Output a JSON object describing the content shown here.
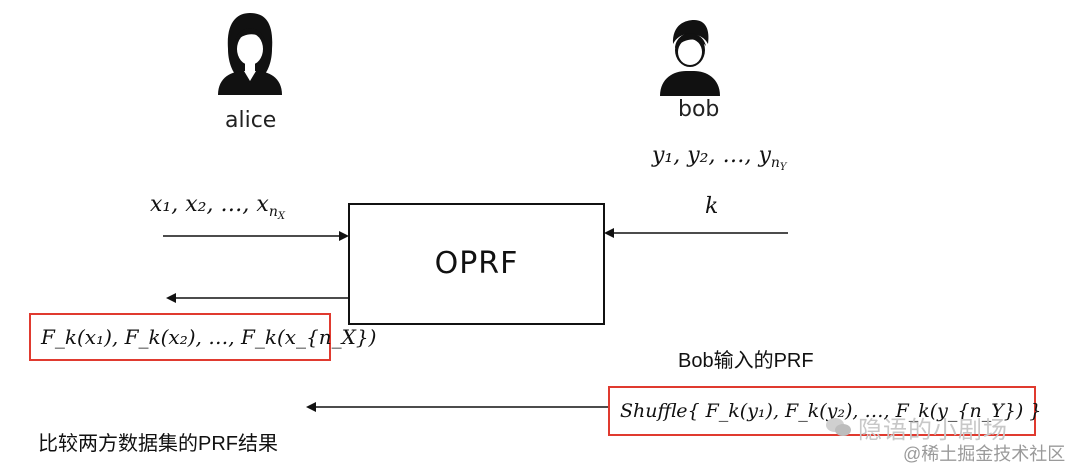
{
  "parties": {
    "alice": {
      "label": "alice",
      "icon": "person-female-icon"
    },
    "bob": {
      "label": "bob",
      "icon": "person-male-icon"
    }
  },
  "alice_inputs": "x₁, x₂, …, x",
  "alice_inputs_sub": "n",
  "alice_inputs_subsub": "X",
  "bob_inputs": "y₁, y₂, …, y",
  "bob_inputs_sub": "n",
  "bob_inputs_subsub": "Y",
  "bob_key": "k",
  "oprf_box": {
    "label": "OPRF"
  },
  "alice_output": "F_k(x₁), F_k(x₂), …, F_k(x_{n_X})",
  "bob_prf_caption": "Bob输入的PRF",
  "bob_output": "Shuffle{ F_k(y₁), F_k(y₂), …, F_k(y_{n_Y}) }",
  "compare_caption": "比较两方数据集的PRF结果",
  "watermarks": {
    "wechat": "隐语的小剧场",
    "juejin": "@稀土掘金技术社区"
  },
  "colors": {
    "highlight_box": "#e03a2f",
    "line": "#111111"
  }
}
